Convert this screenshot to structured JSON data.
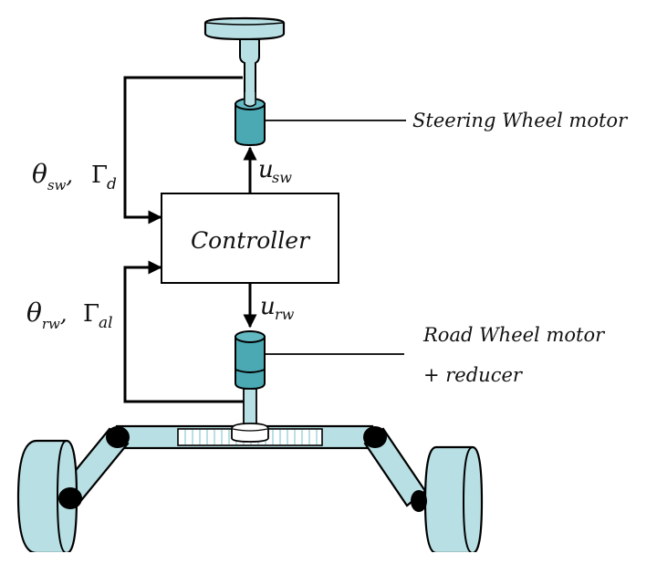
{
  "title": "Steer-by-wire system block diagram",
  "colors": {
    "light_part": "#b8dfe3",
    "motor_body": "#4aa9b3",
    "motor_top": "#62b9c2",
    "line": "#000000",
    "joint": "#000000",
    "controller_fill": "#ffffff"
  },
  "controller": {
    "label": "Controller"
  },
  "signals": {
    "u_sw": {
      "main": "u",
      "sub": "sw"
    },
    "u_rw": {
      "main": "u",
      "sub": "rw"
    },
    "theta_sw": {
      "main": "θ",
      "sub": "sw"
    },
    "gamma_d": {
      "main": "Γ",
      "sub": "d"
    },
    "theta_rw": {
      "main": "θ",
      "sub": "rw"
    },
    "gamma_al": {
      "main": "Γ",
      "sub": "al"
    },
    "comma": ","
  },
  "callouts": {
    "steering_motor": "Steering Wheel motor",
    "road_motor_line1": "Road Wheel motor",
    "road_motor_line2": "+ reducer"
  },
  "components": [
    {
      "id": "steering-wheel",
      "name": "Steering wheel"
    },
    {
      "id": "steering-column",
      "name": "Steering column"
    },
    {
      "id": "steering-wheel-motor",
      "name": "Steering Wheel motor"
    },
    {
      "id": "controller",
      "name": "Controller"
    },
    {
      "id": "road-wheel-motor",
      "name": "Road Wheel motor + reducer"
    },
    {
      "id": "rack",
      "name": "Rack and pinion"
    },
    {
      "id": "tie-rods",
      "name": "Tie rods"
    },
    {
      "id": "road-wheels",
      "name": "Road wheels"
    }
  ]
}
